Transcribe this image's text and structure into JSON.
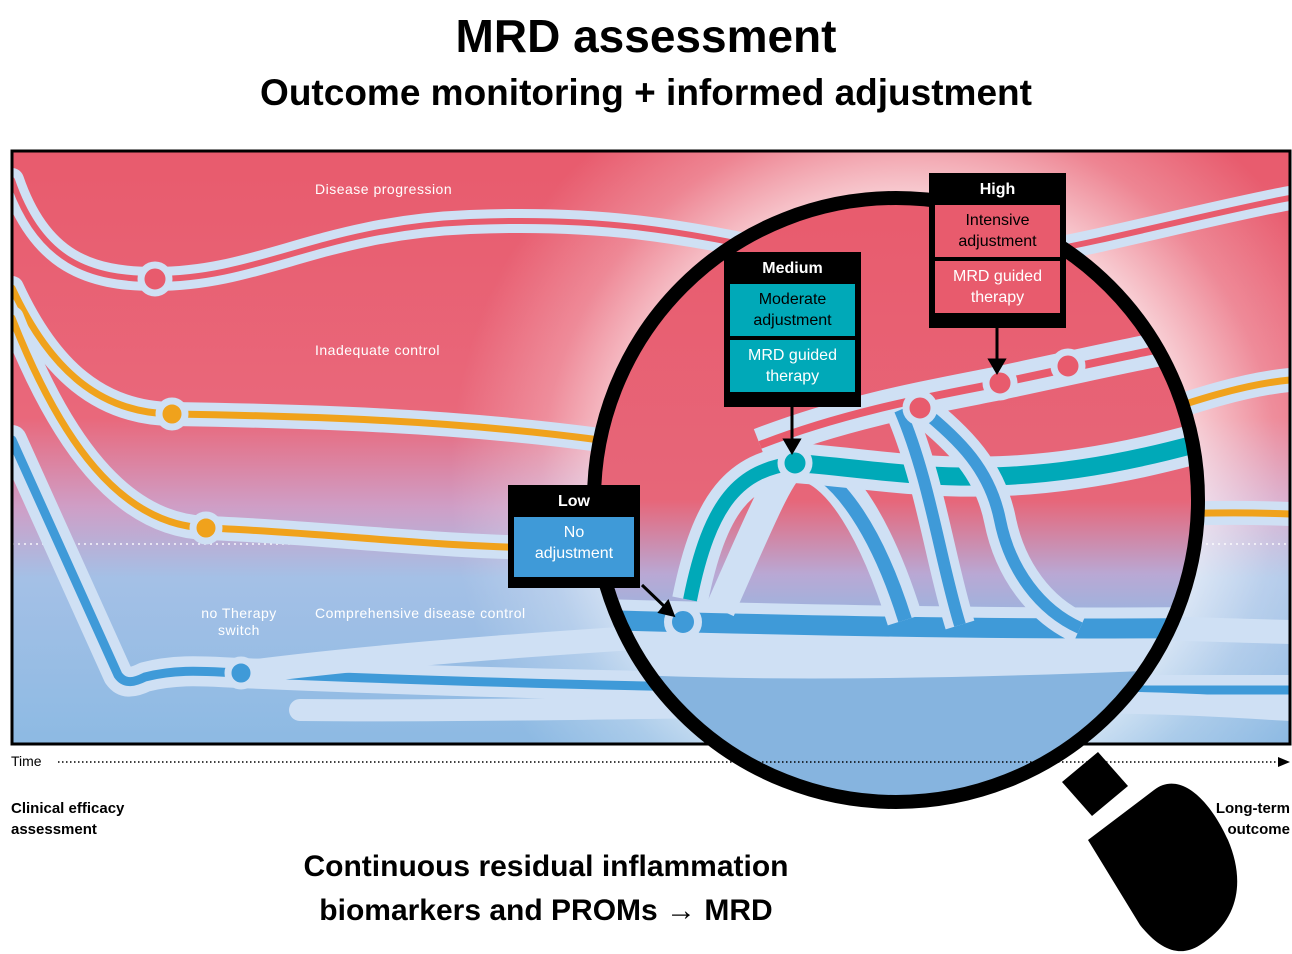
{
  "header": {
    "title": "MRD assessment",
    "subtitle": "Outcome monitoring + informed adjustment"
  },
  "zones": {
    "disease_progression": "Disease progression",
    "inadequate_control": "Inadequate control",
    "comprehensive_control": "Comprehensive disease control",
    "no_therapy_switch_1": "no Therapy",
    "no_therapy_switch_2": "switch"
  },
  "boxes": {
    "low": {
      "header": "Low",
      "line1": "No",
      "line2": "adjustment"
    },
    "medium": {
      "header": "Medium",
      "a1": "Moderate",
      "a2": "adjustment",
      "b1": "MRD guided",
      "b2": "therapy"
    },
    "high": {
      "header": "High",
      "a1": "Intensive",
      "a2": "adjustment",
      "b1": "MRD guided",
      "b2": "therapy"
    }
  },
  "axis": {
    "time": "Time",
    "start_1": "Clinical efficacy",
    "start_2": "assessment",
    "end_1": "Long-term",
    "end_2": "outcome"
  },
  "footer": {
    "line1": "Continuous residual inflammation",
    "line2": "biomarkers and PROMs → MRD"
  },
  "colors": {
    "red_zone": "#e85b6d",
    "blue_zone": "#8dbae3",
    "orange_line": "#f0a21c",
    "blue_line": "#3f9ad8",
    "teal_line": "#00a9b8",
    "track": "#cfe0f4",
    "low_box": "#3f9ad8",
    "medium_box": "#00a9b8",
    "high_box": "#e85b6d"
  },
  "icons": {
    "magnifier": "magnifying-glass-icon"
  }
}
